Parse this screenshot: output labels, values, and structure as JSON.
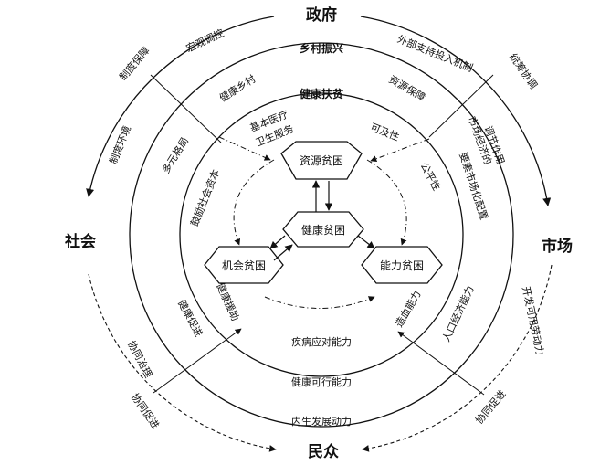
{
  "actors": {
    "government": "政府",
    "society": "社会",
    "market": "市场",
    "people": "民众"
  },
  "rings": {
    "outer": "乡村振兴",
    "inner": "健康扶贫"
  },
  "center": {
    "health": "健康贫困",
    "resource": "资源贫困",
    "opportunity": "机会贫困",
    "ability": "能力贫困"
  },
  "outer_labels": {
    "sys_guarantee": "制度保障",
    "macro_control": "宏观调控",
    "external_support": "外部支持投入机制",
    "coordination": "统筹协调",
    "sys_environment": "制度环境",
    "market_regulation": [
      "市场经济的",
      "调节作用"
    ],
    "develop_labor": "开发可用劳动力",
    "synergy_promote_left": "协同促进",
    "synergy_promote_right": "协同促进",
    "synergy_governance": "协同治理",
    "endogenous": "内生发展动力"
  },
  "middle_labels": {
    "healthy_village": "健康乡村",
    "resource_guarantee": "资源保障",
    "diverse_pattern": "多元格局",
    "market_allocation": "要素市场化配置",
    "health_promotion": "健康促进",
    "population_economy": "人口经济能力",
    "health_feasibility": "健康可行能力"
  },
  "inner_labels": {
    "basic_medical": [
      "基本医疗",
      "卫生服务"
    ],
    "accessibility": "可及性",
    "social_capital": "鼓励社会资本",
    "fairness": "公平性",
    "health_aid": "健康援助",
    "hematopoiesis": "造血能力",
    "disease_response": "疾病应对能力"
  }
}
